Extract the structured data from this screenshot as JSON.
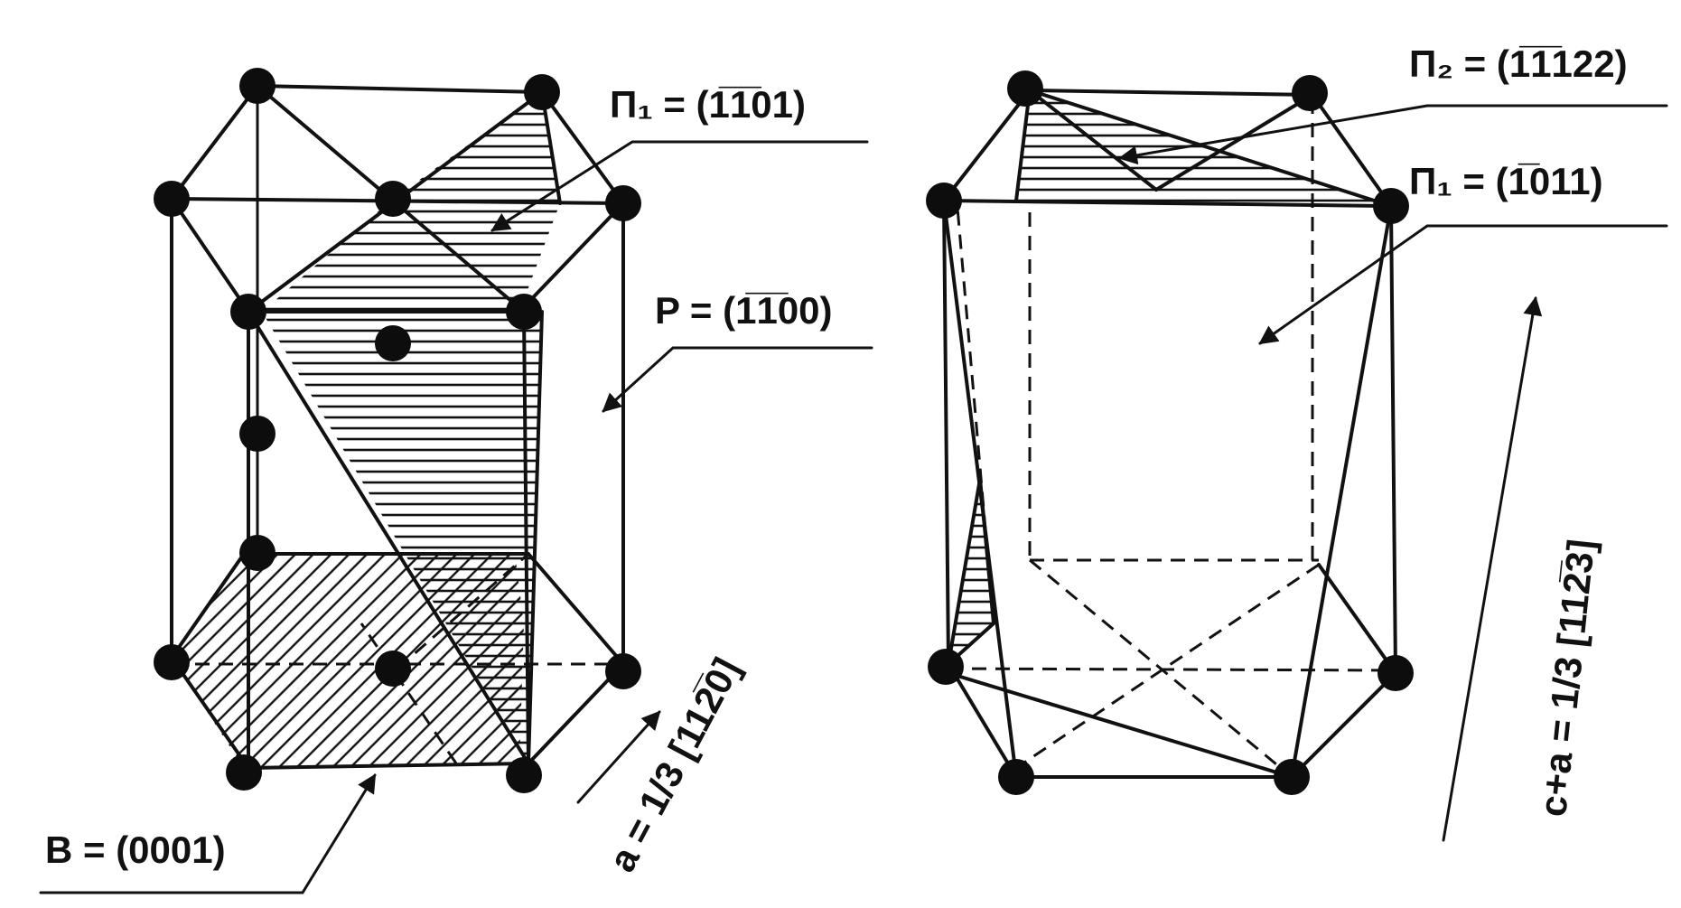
{
  "labels": {
    "pi1_left": "Π₁ = (1̅1̅01)",
    "p_plane": "P = (1̅1̅00)",
    "b_plane": "B = (0001)",
    "a_vector": "a = 1/3 [112̅0]",
    "pi2_right": "Π₂ = (1̅1̅122)",
    "pi1_right": "Π₁ = (1̅011)",
    "ca_vector": "c+a = 1/3 [112̅3]"
  }
}
